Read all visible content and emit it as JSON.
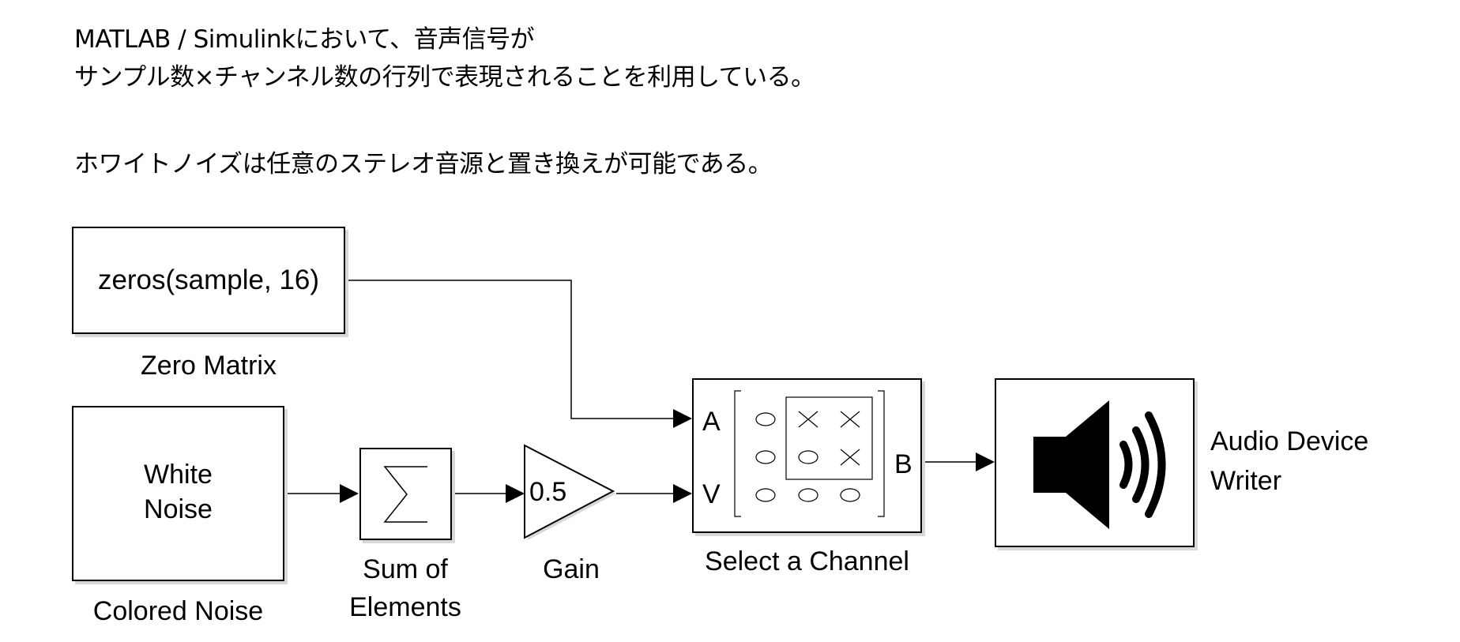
{
  "notes": {
    "line1": "MATLAB / Simulinkにおいて、音声信号が",
    "line2": "サンプル数×チャンネル数の行列で表現されることを利用している。",
    "line3": "ホワイトノイズは任意のステレオ音源と置き換えが可能である。"
  },
  "blocks": {
    "zero_matrix": {
      "content": "zeros(sample, 16)",
      "name": "Zero Matrix"
    },
    "colored_noise": {
      "content_line1": "White",
      "content_line2": "Noise",
      "name": "Colored Noise"
    },
    "sum": {
      "symbol": "∑",
      "name_line1": "Sum of",
      "name_line2": "Elements"
    },
    "gain": {
      "value": "0.5",
      "name": "Gain"
    },
    "select": {
      "port_a": "A",
      "port_v": "V",
      "port_b": "B",
      "name": "Select a Channel"
    },
    "audio": {
      "name_line1": "Audio Device",
      "name_line2": "Writer",
      "icon": "speaker-icon"
    }
  }
}
